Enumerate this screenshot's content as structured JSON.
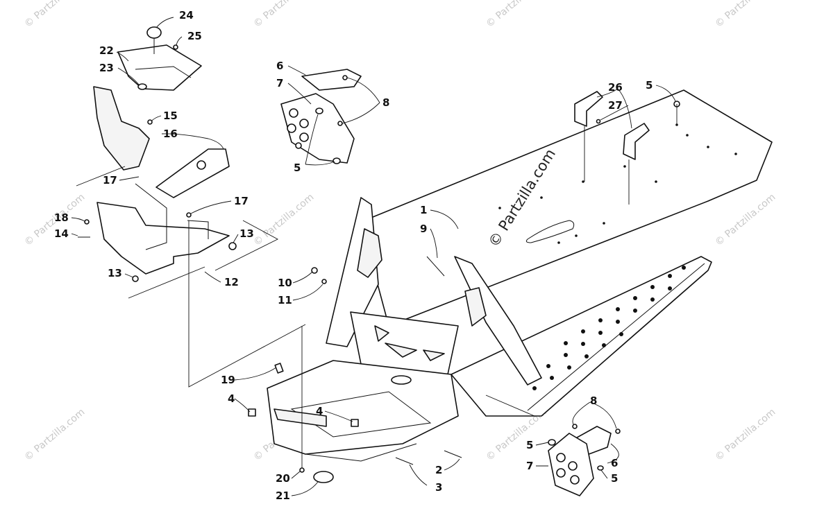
{
  "watermark": {
    "text": "© Partzilla.com",
    "center_text": "© Partzilla.com"
  },
  "callouts": [
    {
      "id": "c24",
      "text": "24"
    },
    {
      "id": "c25",
      "text": "25"
    },
    {
      "id": "c22",
      "text": "22"
    },
    {
      "id": "c23",
      "text": "23"
    },
    {
      "id": "c15",
      "text": "15"
    },
    {
      "id": "c16",
      "text": "16"
    },
    {
      "id": "c17a",
      "text": "17"
    },
    {
      "id": "c17b",
      "text": "17"
    },
    {
      "id": "c18",
      "text": "18"
    },
    {
      "id": "c14",
      "text": "14"
    },
    {
      "id": "c13a",
      "text": "13"
    },
    {
      "id": "c13b",
      "text": "13"
    },
    {
      "id": "c12",
      "text": "12"
    },
    {
      "id": "c6a",
      "text": "6"
    },
    {
      "id": "c7a",
      "text": "7"
    },
    {
      "id": "c8a",
      "text": "8"
    },
    {
      "id": "c5a",
      "text": "5"
    },
    {
      "id": "c26",
      "text": "26"
    },
    {
      "id": "c27",
      "text": "27"
    },
    {
      "id": "c5b",
      "text": "5"
    },
    {
      "id": "c1",
      "text": "1"
    },
    {
      "id": "c9",
      "text": "9"
    },
    {
      "id": "c10",
      "text": "10"
    },
    {
      "id": "c11",
      "text": "11"
    },
    {
      "id": "c19",
      "text": "19"
    },
    {
      "id": "c4a",
      "text": "4"
    },
    {
      "id": "c4b",
      "text": "4"
    },
    {
      "id": "c20",
      "text": "20"
    },
    {
      "id": "c21",
      "text": "21"
    },
    {
      "id": "c2",
      "text": "2"
    },
    {
      "id": "c3",
      "text": "3"
    },
    {
      "id": "c8b",
      "text": "8"
    },
    {
      "id": "c5c",
      "text": "5"
    },
    {
      "id": "c7b",
      "text": "7"
    },
    {
      "id": "c6b",
      "text": "6"
    },
    {
      "id": "c5d",
      "text": "5"
    }
  ]
}
